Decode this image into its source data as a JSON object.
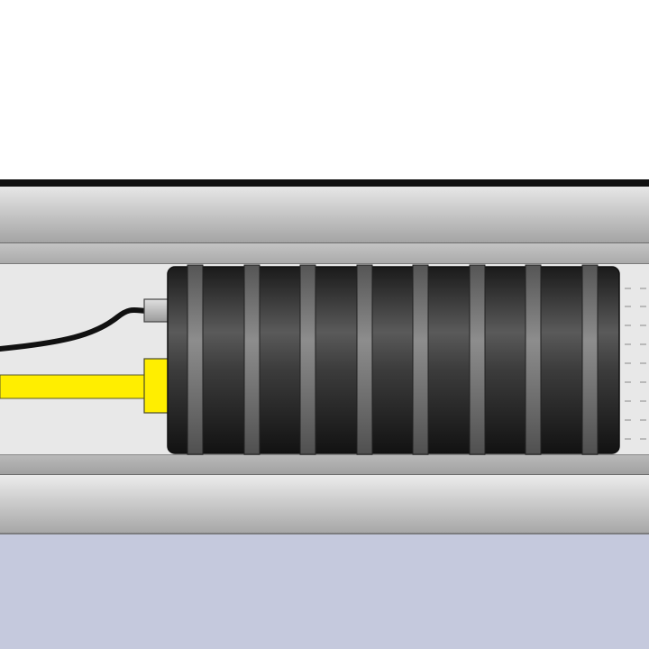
{
  "diagram": {
    "colors": {
      "sky": "#ffffff",
      "ground": "#c5c9dd",
      "pipe_outline": "#3a3a3a",
      "pipe_light": "#e6e6e6",
      "pipe_dark": "#a3a3a3",
      "interior": "#e8e8e8",
      "plug_light": "#6a6a6a",
      "plug_dark": "#161616",
      "band_fill": "#7d7d7d",
      "hose": "#ffee00",
      "hose_outline": "#4a4a2a",
      "cable": "#111111",
      "connector": "#c8c8c8",
      "water_marks": "#8a8a8a"
    },
    "components": [
      {
        "id": "pipe-wall-top",
        "label": ""
      },
      {
        "id": "pipe-wall-bottom",
        "label": ""
      },
      {
        "id": "inflatable-plug",
        "label": ""
      },
      {
        "id": "air-hose",
        "label": ""
      },
      {
        "id": "control-cable",
        "label": ""
      }
    ]
  }
}
